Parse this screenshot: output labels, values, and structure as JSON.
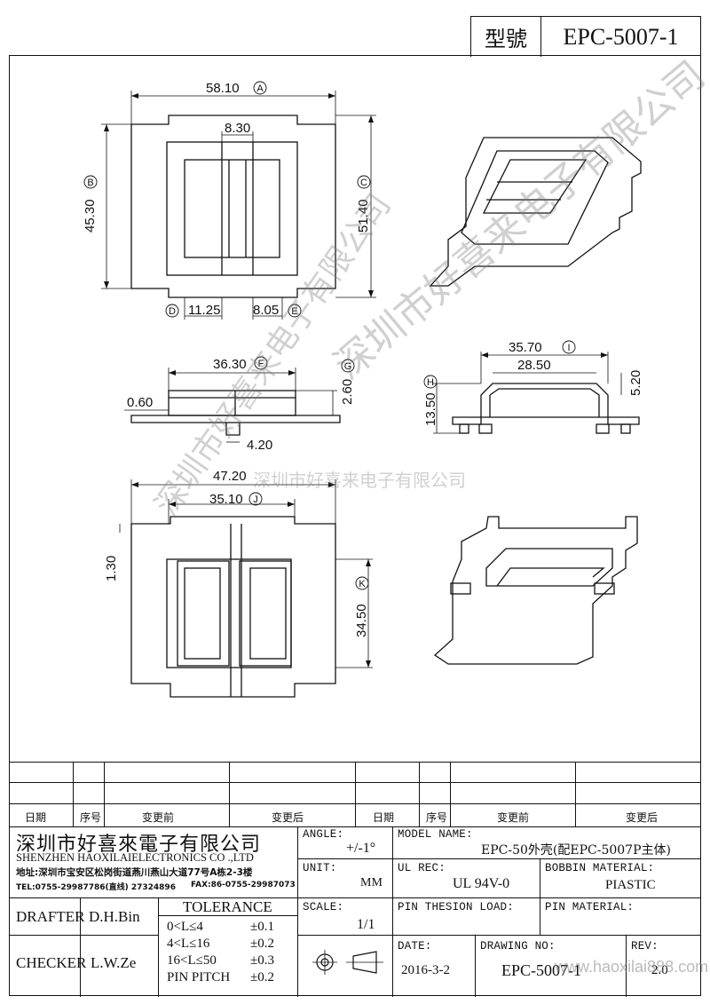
{
  "title_block": {
    "type_label": "型號",
    "model": "EPC-5007-1"
  },
  "watermark": {
    "diagonal_1": "深圳市好喜来电子有限公司",
    "diagonal_2": "深圳市好喜来电子有限公司",
    "horizontal": "深圳市好喜来电子有限公司",
    "url": "www.haoxilai888.com"
  },
  "dims": {
    "A": "58.10",
    "A_tag": "A",
    "top_inner": "8.30",
    "B": "45.30",
    "B_tag": "B",
    "C": "51.40",
    "C_tag": "C",
    "D": "11.25",
    "D_tag": "D",
    "E": "8.05",
    "E_tag": "E",
    "F": "36.30",
    "F_tag": "F",
    "G": "2.60",
    "G_tag": "G",
    "left_small": "0.60",
    "bottom_pin": "4.20",
    "I": "35.70",
    "I_tag": "I",
    "inner_w": "28.50",
    "right_h": "5.20",
    "H": "13.50",
    "H_tag": "H",
    "outer_w": "47.20",
    "J": "35.10",
    "J_tag": "J",
    "left_h": "1.30",
    "K": "34.50",
    "K_tag": "K"
  },
  "table": {
    "history_headers": [
      "日期",
      "序号",
      "变更前",
      "变更后",
      "日期",
      "序号",
      "变更前",
      "变更后"
    ],
    "company_cn": "深圳市好喜來電子有限公司",
    "company_en": "SHENZHEN HAOXILAIELECTRONICS CO .,LTD",
    "address": "地址:深圳市宝安区松岗街道燕川燕山大道77号A栋2-3楼",
    "tel": "TEL:0755-29987786(直线) 27324896",
    "fax": "FAX:86-0755-29987073",
    "angle_label": "ANGLE:",
    "angle_value": "+/-1°",
    "model_name_label": "MODEL NAME:",
    "model_name_value": "EPC-50外壳(配EPC-5007P主体)",
    "unit_label": "UNIT:",
    "unit_value": "MM",
    "ul_rec_label": "UL REC:",
    "ul_rec_value": "UL 94V-0",
    "bobbin_material_label": "BOBBIN MATERIAL:",
    "bobbin_material_value": "PIASTIC",
    "drafter_label": "DRAFTER",
    "drafter_value": "D.H.Bin",
    "tolerance_label": "TOLERANCE",
    "tol_rows": [
      [
        "0<L≤4",
        "±0.1"
      ],
      [
        "4<L≤16",
        "±0.2"
      ],
      [
        "16<L≤50",
        "±0.3"
      ],
      [
        "PIN PITCH",
        "±0.2"
      ]
    ],
    "scale_label": "SCALE:",
    "scale_value": "1/1",
    "pin_thesion_label": "PIN THESION LOAD:",
    "pin_material_label": "PIN MATERIAL:",
    "checker_label": "CHECKER",
    "checker_value": "L.W.Ze",
    "date_label": "DATE:",
    "date_value": "2016-3-2",
    "drawing_no_label": "DRAWING NO:",
    "drawing_no_value": "EPC-5007-1",
    "rev_label": "REV:",
    "rev_value": "2.0"
  }
}
